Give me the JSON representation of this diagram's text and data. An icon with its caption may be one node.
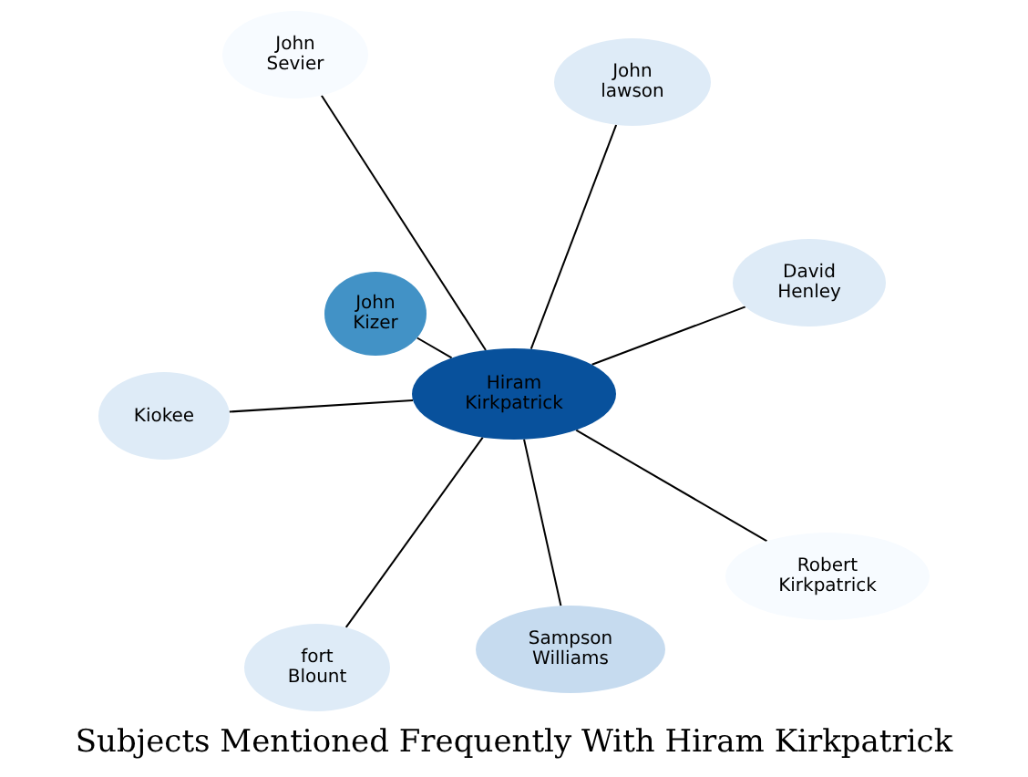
{
  "diagram": {
    "title": "Subjects Mentioned Frequently With Hiram Kirkpatrick",
    "nodes": [
      {
        "text": [
          "Hiram Kirkpatrick"
        ]
      },
      {
        "text": [
          "John Sevier"
        ]
      },
      {
        "text": [
          "John lawson"
        ]
      },
      {
        "text": [
          "John Kizer"
        ]
      },
      {
        "text": [
          "David Henley"
        ]
      },
      {
        "text": [
          "Kiokee"
        ]
      },
      {
        "text": [
          "Robert Kirkpatrick"
        ]
      },
      {
        "text": [
          "fort Blount"
        ]
      },
      {
        "text": [
          "Sampson Williams"
        ]
      }
    ],
    "edges": [
      {
        "from": 0,
        "to": 1,
        "arrow": "none"
      },
      {
        "from": 0,
        "to": 2,
        "arrow": "none"
      },
      {
        "from": 0,
        "to": 3,
        "arrow": "none"
      },
      {
        "from": 0,
        "to": 4,
        "arrow": "none"
      },
      {
        "from": 0,
        "to": 5,
        "arrow": "none"
      },
      {
        "from": 0,
        "to": 6,
        "arrow": "none"
      },
      {
        "from": 0,
        "to": 7,
        "arrow": "none"
      },
      {
        "from": 0,
        "to": 8,
        "arrow": "none"
      }
    ]
  }
}
